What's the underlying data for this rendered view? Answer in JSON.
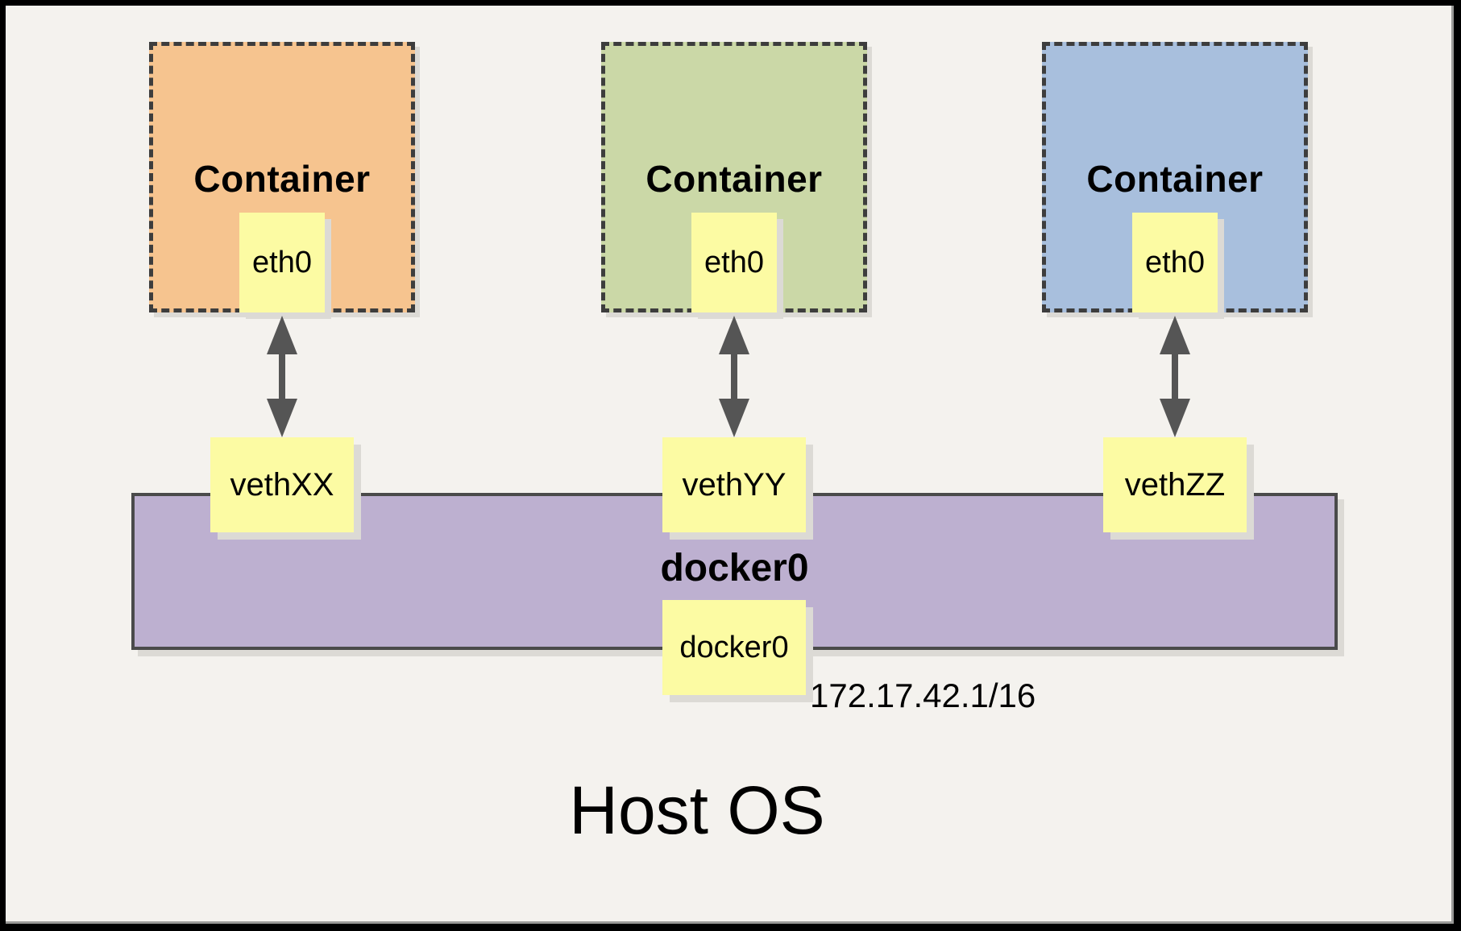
{
  "diagram": {
    "containers": [
      {
        "label": "Container",
        "interface": "eth0",
        "veth": "vethXX",
        "fill": "#F6C48F"
      },
      {
        "label": "Container",
        "interface": "eth0",
        "veth": "vethYY",
        "fill": "#CBD8A7"
      },
      {
        "label": "Container",
        "interface": "eth0",
        "veth": "vethZZ",
        "fill": "#A8BFDD"
      }
    ],
    "bridge": {
      "title": "docker0",
      "interface_label": "docker0",
      "ip": "172.17.42.1/16",
      "fill": "#BDB0D0"
    },
    "host_label": "Host OS",
    "colors": {
      "background": "#F4F2EE",
      "note_yellow": "#FCFBA3",
      "arrow_gray": "#555555",
      "dashed_border": "#3D3D3D",
      "bridge_border": "#4A4A4A",
      "shadow": "#DCDAD5"
    }
  }
}
